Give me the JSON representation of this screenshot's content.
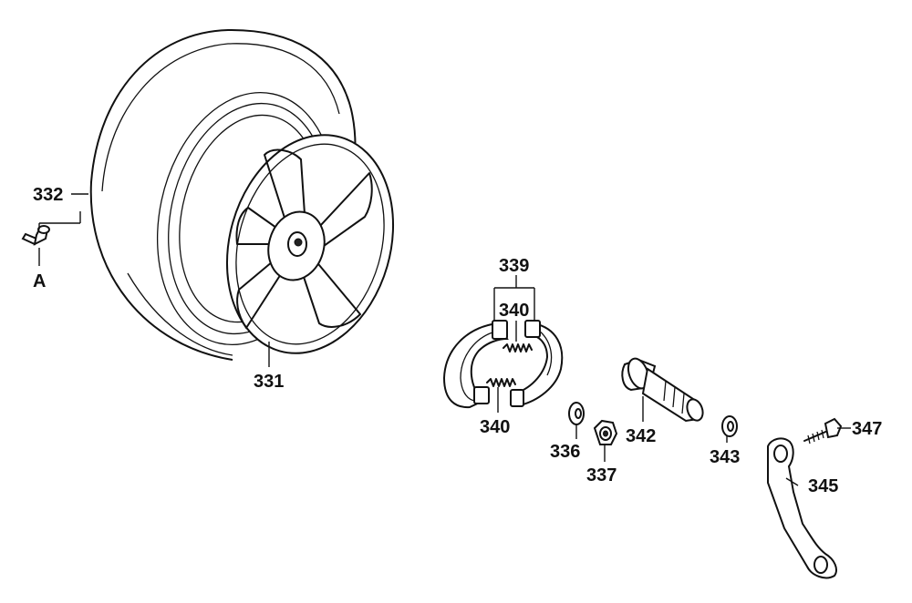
{
  "callouts": {
    "p331": "331",
    "p332": "332",
    "ref_a": "A",
    "p336": "336",
    "p337": "337",
    "p339": "339",
    "p340_upper": "340",
    "p340_lower": "340",
    "p342": "342",
    "p343": "343",
    "p345": "345",
    "p347": "347"
  }
}
